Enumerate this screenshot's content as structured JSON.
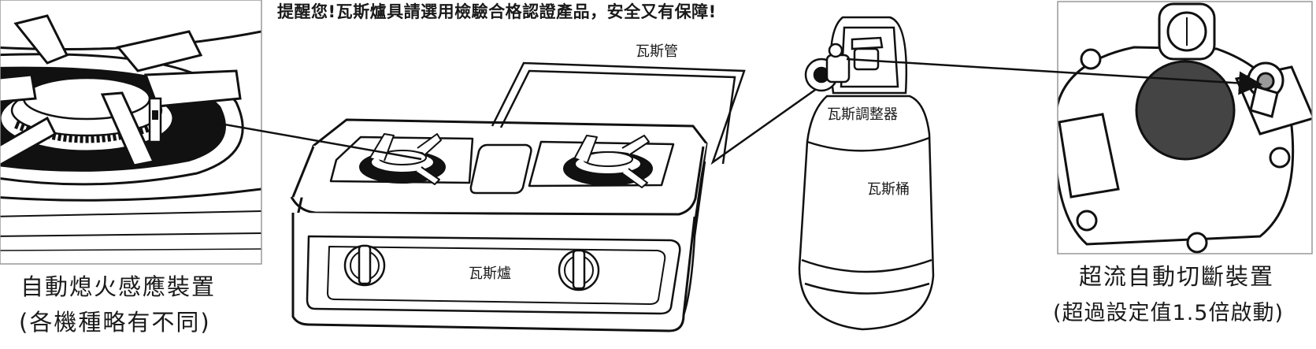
{
  "notice": "提醒您!瓦斯爐具請選用檢驗合格認證產品，安全又有保障!",
  "labels": {
    "hose": "瓦斯管",
    "regulator": "瓦斯調整器",
    "cylinder": "瓦斯桶",
    "stove": "瓦斯爐"
  },
  "left_caption": {
    "line1": "自動熄火感應裝置",
    "line2": "(各機種略有不同)"
  },
  "right_caption": {
    "line1": "超流自動切斷裝置",
    "line2": "(超過設定值1.5倍啟動)"
  }
}
